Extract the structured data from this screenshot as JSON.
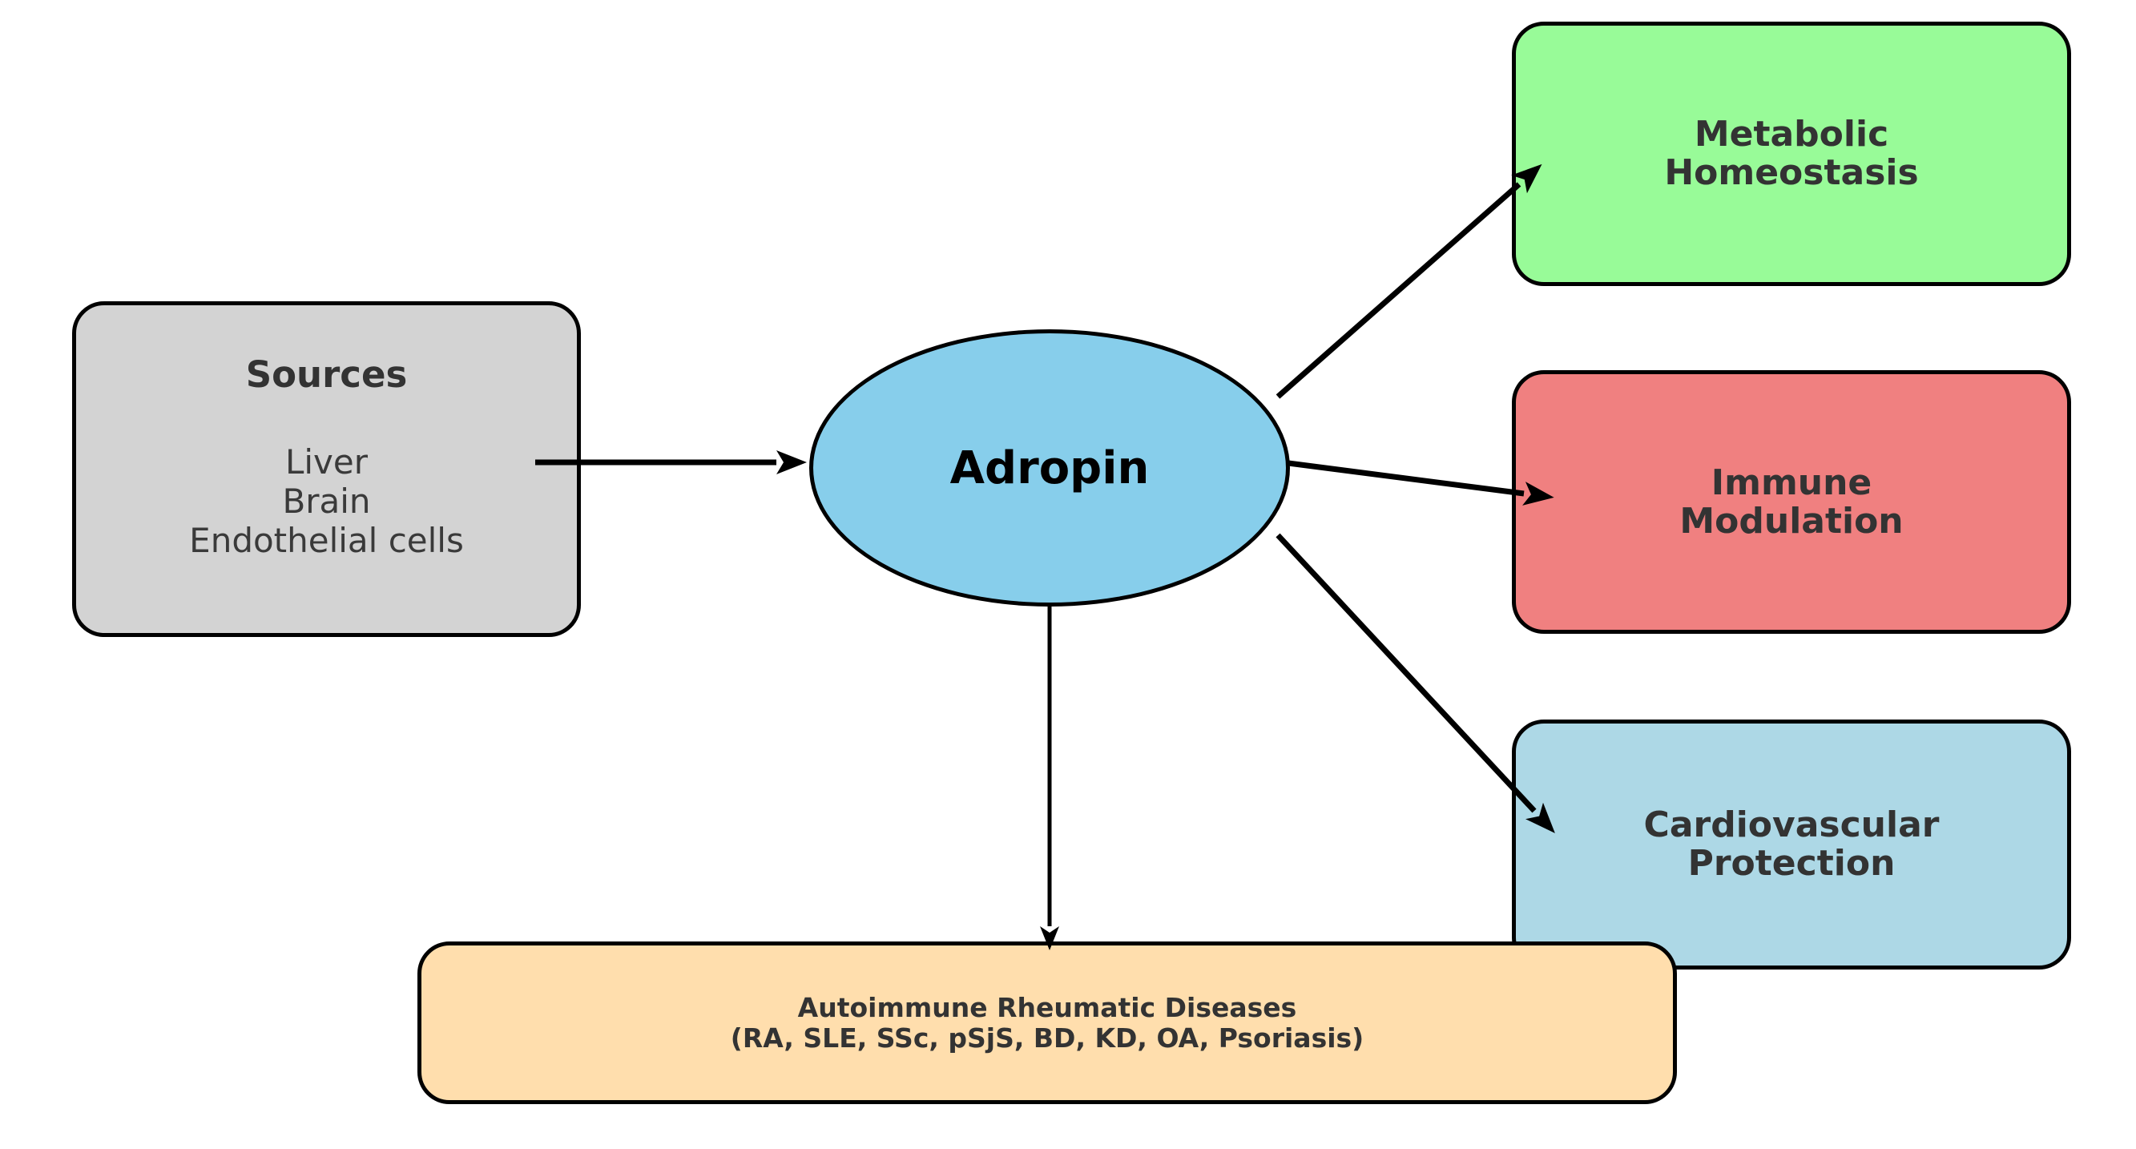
{
  "diagram": {
    "background_color": "#ffffff",
    "border_color": "#000000",
    "text_color": "#333333",
    "nodes": {
      "sources": {
        "title": "Sources",
        "items": [
          "Liver",
          "Brain",
          "Endothelial cells"
        ],
        "fill_color": "#d3d3d3"
      },
      "adropin": {
        "label": "Adropin",
        "fill_color": "#87ceeb"
      },
      "metabolic_homeostasis": {
        "line1": "Metabolic",
        "line2": "Homeostasis",
        "fill_color": "#98fb98"
      },
      "immune_modulation": {
        "line1": "Immune",
        "line2": "Modulation",
        "fill_color": "#f08080"
      },
      "cardiovascular_protection": {
        "line1": "Cardiovascular",
        "line2": "Protection",
        "fill_color": "#add8e6"
      },
      "autoimmune_rheumatic_diseases": {
        "line1": "Autoimmune Rheumatic Diseases",
        "line2": "(RA, SLE, SSc, pSjS, BD, KD, OA, Psoriasis)",
        "fill_color": "#ffdead"
      }
    },
    "edges": [
      {
        "from": "sources",
        "to": "adropin"
      },
      {
        "from": "adropin",
        "to": "metabolic_homeostasis"
      },
      {
        "from": "adropin",
        "to": "immune_modulation"
      },
      {
        "from": "adropin",
        "to": "cardiovascular_protection"
      },
      {
        "from": "adropin",
        "to": "autoimmune_rheumatic_diseases"
      }
    ]
  }
}
